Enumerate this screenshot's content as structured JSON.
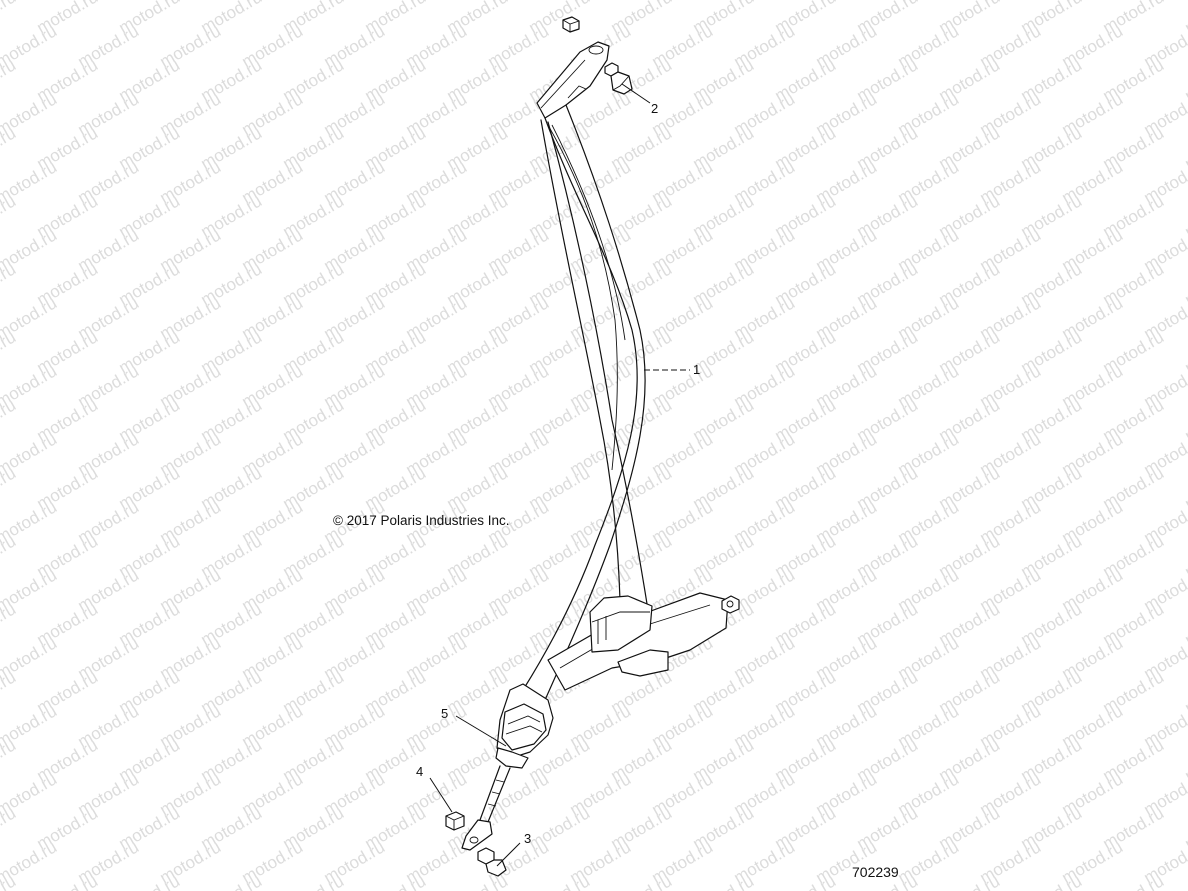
{
  "watermark": {
    "text": "motod.ru"
  },
  "copyright": "© 2017 Polaris Industries Inc.",
  "figure_number": "702239",
  "callouts": [
    {
      "id": "1",
      "label": "1"
    },
    {
      "id": "2",
      "label": "2"
    },
    {
      "id": "3",
      "label": "3"
    },
    {
      "id": "4",
      "label": "4"
    },
    {
      "id": "5",
      "label": "5"
    }
  ],
  "parts": [
    {
      "name": "shoulder-belt-webbing",
      "callout": "1"
    },
    {
      "name": "upper-anchor-bolt",
      "callout": "2"
    },
    {
      "name": "lower-anchor-bolt",
      "callout": "3"
    },
    {
      "name": "anchor-nut",
      "callout": "4"
    },
    {
      "name": "buckle-assembly",
      "callout": "5"
    }
  ]
}
